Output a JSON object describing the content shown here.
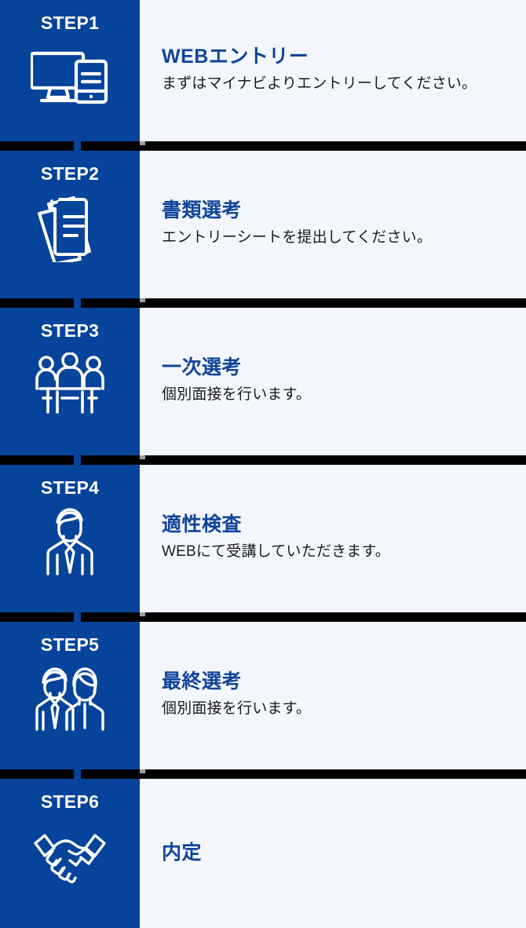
{
  "theme": {
    "panel_blue": "#06439a",
    "title_blue": "#12449a",
    "content_bg": "#f3f7fd",
    "separator": "#000000",
    "label_white": "#ffffff",
    "desc_text": "#1b1b1b",
    "notch_gray": "#9aa0a6"
  },
  "steps": [
    {
      "label": "STEP1",
      "icon": "monitor-smartphone-icon",
      "title": "WEBエントリー",
      "desc": "まずはマイナビよりエントリーしてください。"
    },
    {
      "label": "STEP2",
      "icon": "documents-icon",
      "title": "書類選考",
      "desc": "エントリーシートを提出してください。"
    },
    {
      "label": "STEP3",
      "icon": "group-interview-icon",
      "title": "一次選考",
      "desc": "個別面接を行います。"
    },
    {
      "label": "STEP4",
      "icon": "person-suit-icon",
      "title": "適性検査",
      "desc": "WEBにて受講していただきます。"
    },
    {
      "label": "STEP5",
      "icon": "two-people-icon",
      "title": "最終選考",
      "desc": "個別面接を行います。"
    },
    {
      "label": "STEP6",
      "icon": "handshake-icon",
      "title": "内定",
      "desc": ""
    }
  ]
}
